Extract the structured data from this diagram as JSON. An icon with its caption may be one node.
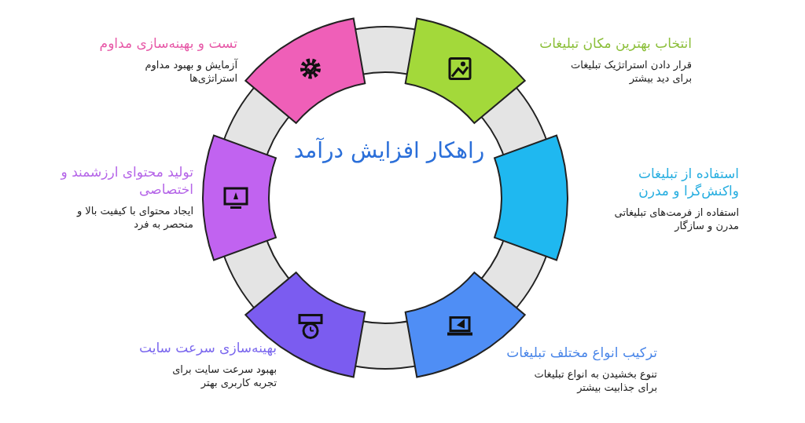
{
  "diagram": {
    "title": "راهکار افزایش درآمد",
    "nodes": [
      {
        "text": [
          "انتخاب بهترین مکان تبلیغات",
          "قرار دادن استراتژیک تبلیغات برای دید بیشتر"
        ]
      },
      {
        "text": [
          "استفاده از تبلیغات واکنش‌گرا و مدرن",
          "استفاده از فرمت‌های تبلیغاتی مدرن و سازگار"
        ]
      },
      {
        "text": [
          "ترکیب انواع مختلف تبلیغات",
          "تنوع بخشیدن به انواع تبلیغات برای جذابیت بیشتر"
        ]
      },
      {
        "text": [
          "بهینه‌سازی سرعت سایت",
          "بهبود سرعت سایت برای تجربه کاربری بهتر"
        ]
      },
      {
        "text": [
          "تولید محتوای ارزشمند و اختصاصی",
          "ایجاد محتوای با کیفیت بالا و منحصر به فرد"
        ]
      },
      {
        "text": [
          "تست و بهینه‌سازی مداوم",
          "آزمایش و بهبود مداوم استراتژی‌ها"
        ]
      }
    ]
  }
}
